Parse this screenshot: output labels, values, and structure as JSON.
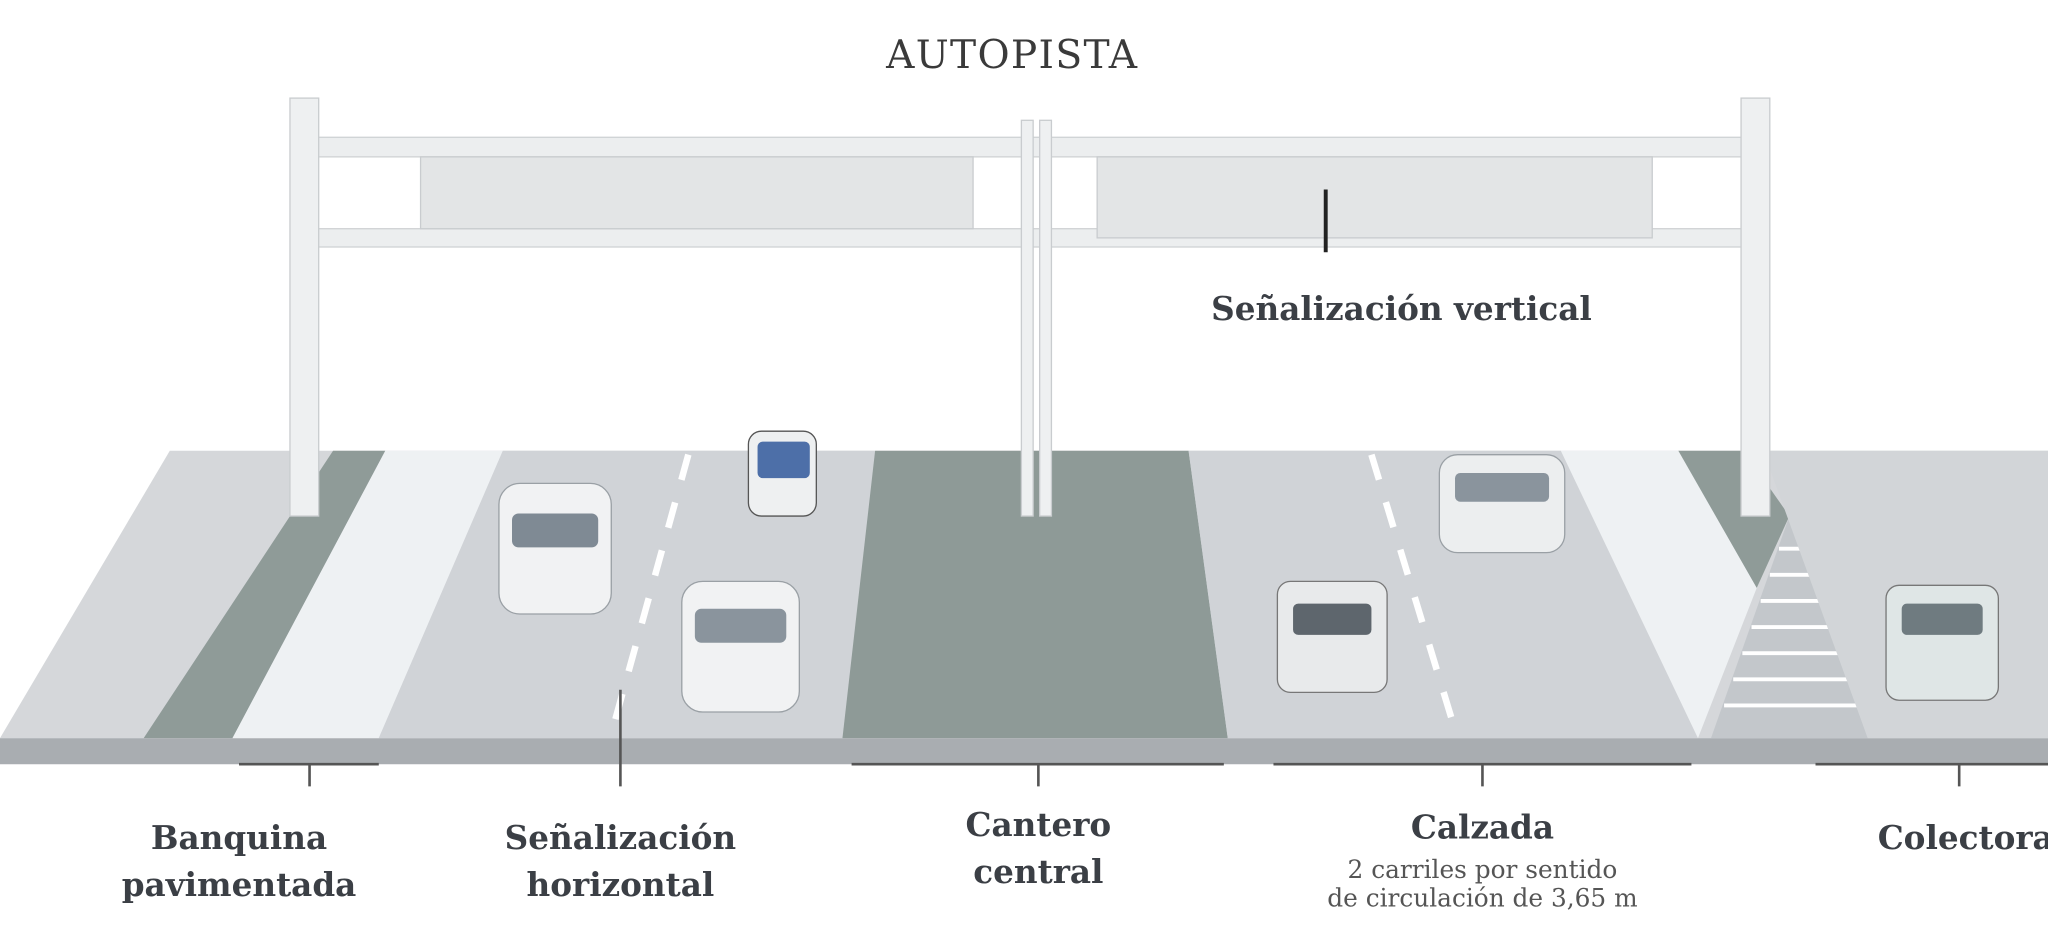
{
  "title": "AUTOPISTA",
  "labels": {
    "senalizacion_vertical": "Señalización vertical",
    "banquina": [
      "Banquina",
      "pavimentada"
    ],
    "senalizacion_horizontal": [
      "Señalización",
      "horizontal"
    ],
    "cantero": [
      "Cantero",
      "central"
    ],
    "calzada": "Calzada",
    "calzada_detail": [
      "2 carriles por sentido",
      "de circulación de 3,65 m"
    ],
    "colectora": "Colectora"
  },
  "colors": {
    "road": "#d6d8db",
    "median": "#8e9a97",
    "shoulder_strip": "#eef1f3",
    "text": "#3b3f45"
  }
}
